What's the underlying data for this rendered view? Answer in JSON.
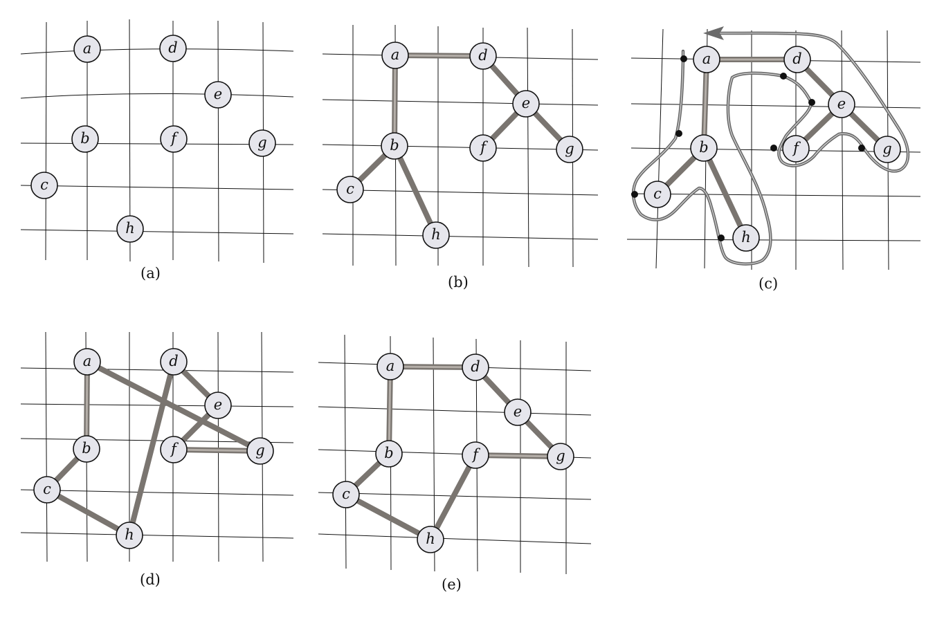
{
  "nodes": [
    "a",
    "b",
    "c",
    "d",
    "e",
    "f",
    "g",
    "h"
  ],
  "panels": [
    {
      "caption": "(a)",
      "edges": []
    },
    {
      "caption": "(b)",
      "edges": [
        [
          "a",
          "d"
        ],
        [
          "a",
          "b"
        ],
        [
          "d",
          "e"
        ],
        [
          "e",
          "f"
        ],
        [
          "e",
          "g"
        ],
        [
          "b",
          "c"
        ],
        [
          "b",
          "h"
        ]
      ]
    },
    {
      "caption": "(c)",
      "edges": [
        [
          "a",
          "d"
        ],
        [
          "a",
          "b"
        ],
        [
          "d",
          "e"
        ],
        [
          "e",
          "f"
        ],
        [
          "e",
          "g"
        ],
        [
          "b",
          "c"
        ],
        [
          "b",
          "h"
        ]
      ]
    },
    {
      "caption": "(d)",
      "edges": [
        [
          "a",
          "b"
        ],
        [
          "b",
          "c"
        ],
        [
          "c",
          "h"
        ],
        [
          "h",
          "d"
        ],
        [
          "d",
          "e"
        ],
        [
          "e",
          "f"
        ],
        [
          "f",
          "g"
        ],
        [
          "g",
          "a"
        ]
      ]
    },
    {
      "caption": "(e)",
      "edges": [
        [
          "a",
          "d"
        ],
        [
          "d",
          "e"
        ],
        [
          "e",
          "g"
        ],
        [
          "g",
          "f"
        ],
        [
          "f",
          "h"
        ],
        [
          "h",
          "c"
        ],
        [
          "c",
          "b"
        ],
        [
          "b",
          "a"
        ]
      ]
    }
  ]
}
